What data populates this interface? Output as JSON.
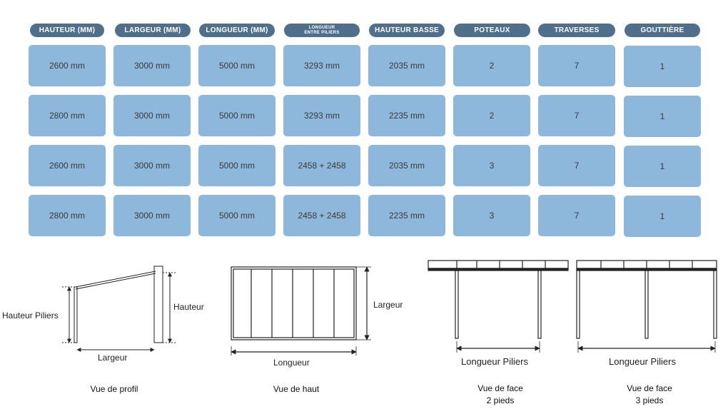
{
  "headers": [
    "HAUTEUR (MM)",
    "LARGEUR (MM)",
    "LONGUEUR (MM)",
    [
      "LONGUEUR",
      "ENTRE PILIERS"
    ],
    "HAUTEUR BASSE",
    "POTEAUX",
    "TRAVERSES",
    "GOUTTIÈRE"
  ],
  "rows": [
    [
      "2600 mm",
      "3000 mm",
      "5000 mm",
      "3293 mm",
      "2035 mm",
      "2",
      "7",
      "1"
    ],
    [
      "2800 mm",
      "3000 mm",
      "5000 mm",
      "3293 mm",
      "2235 mm",
      "2",
      "7",
      "1"
    ],
    [
      "2600 mm",
      "3000 mm",
      "5000 mm",
      "2458 + 2458",
      "2035 mm",
      "3",
      "7",
      "1"
    ],
    [
      "2800 mm",
      "3000 mm",
      "5000 mm",
      "2458 + 2458",
      "2235 mm",
      "3",
      "7",
      "1"
    ]
  ],
  "diagrams": {
    "profil": {
      "label_left": "Hauteur Piliers",
      "label_right": "Hauteur",
      "label_bottom": "Largeur",
      "caption": "Vue de profil"
    },
    "haut": {
      "label_right": "Largeur",
      "label_bottom": "Longueur",
      "caption": "Vue de haut"
    },
    "face2": {
      "label_bottom": "Longueur Piliers",
      "caption_line1": "Vue de face",
      "caption_line2": "2 pieds"
    },
    "face3": {
      "label_bottom": "Longueur Piliers",
      "caption_line1": "Vue de face",
      "caption_line2": "3 pieds"
    }
  },
  "colors": {
    "header_bg": "#4f6f8c",
    "cell_bg": "#8db8db"
  }
}
